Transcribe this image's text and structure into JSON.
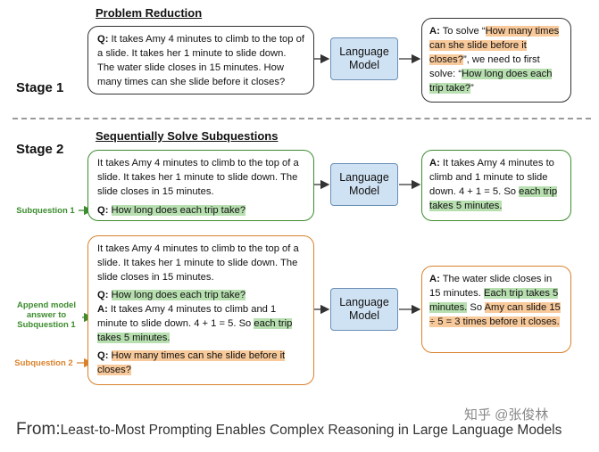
{
  "headings": {
    "problem_reduction": "Problem Reduction",
    "sequential": "Sequentially Solve Subquestions"
  },
  "stages": {
    "stage1": "Stage 1",
    "stage2": "Stage 2"
  },
  "model_label": "Language Model",
  "stage1": {
    "q_prefix": "Q:",
    "q_text": "It takes Amy 4 minutes to climb to the top of a slide. It takes her 1 minute to slide down. The water slide closes in 15 minutes. How many times can she slide before it closes?",
    "a_prefix": "A:",
    "a_text1": "To solve “",
    "a_highlight1": "How many times can she slide before it closes?",
    "a_text2": "”, we need to first solve: “",
    "a_highlight2": "How long does each trip take?",
    "a_text3": "”"
  },
  "stage2a": {
    "context": "It takes Amy 4 minutes to climb to the top of a slide. It takes her 1 minute to slide down. The slide closes in 15 minutes.",
    "q_prefix": "Q:",
    "q_highlight": "How long does each trip take?",
    "a_prefix": "A:",
    "a_text": "It takes Amy 4 minutes to climb and 1 minute to slide down. 4 + 1 = 5. So",
    "a_highlight": "each trip takes 5 minutes."
  },
  "stage2b": {
    "context": "It takes Amy 4 minutes to climb to the top of a slide. It takes her 1 minute to slide down. The slide closes in 15 minutes.",
    "q1_prefix": "Q:",
    "q1_highlight": "How long does each trip take?",
    "a1_prefix": "A:",
    "a1_text": "It takes Amy 4 minutes to climb and 1 minute to slide down. 4 + 1 = 5. So",
    "a1_highlight": "each trip takes 5 minutes.",
    "q2_prefix": "Q:",
    "q2_highlight": "How many times can she slide before it closes?",
    "a_prefix": "A:",
    "a_text1": "The water slide closes in 15 minutes.",
    "a_highlight1": "Each trip takes 5 minutes.",
    "a_text2": "So",
    "a_highlight2": "Amy can slide 15 ÷ 5 = 3 times before it closes."
  },
  "side_labels": {
    "subq1": "Subquestion 1",
    "append": "Append model answer to Subquestion 1",
    "subq2": "Subquestion 2"
  },
  "footer": {
    "from": "From:",
    "citation": "Least-to-Most Prompting Enables Complex Reasoning in Large Language Models"
  },
  "watermark": "知乎 @张俊林",
  "colors": {
    "green": "#3d8c2f",
    "orange": "#d9822b",
    "model_fill": "#cfe2f3"
  }
}
